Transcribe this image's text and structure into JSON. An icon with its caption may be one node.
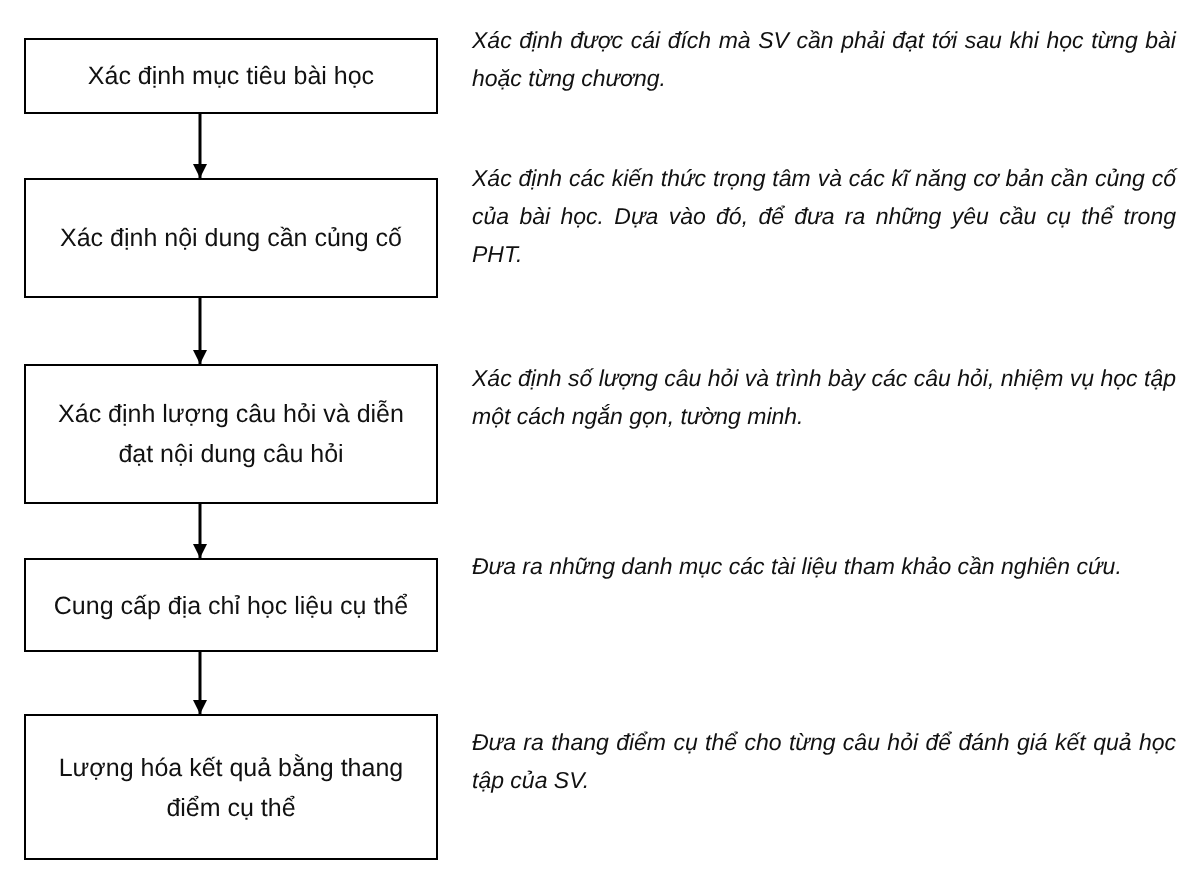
{
  "diagram": {
    "nodes": [
      {
        "text": [
          "Xác định mục tiêu bài học"
        ],
        "beside": [
          "Xác định được cái đích mà SV cần phải đạt tới sau khi học từng bài hoặc từng chương."
        ]
      },
      {
        "text": [
          "Xác định nội dung cần củng cố"
        ],
        "beside": [
          "Xác định các kiến thức trọng tâm và các kĩ năng cơ bản cần củng cố của bài học. Dựa vào đó, để đưa ra những yêu cầu cụ thể trong PHT."
        ]
      },
      {
        "text": [
          "Xác định lượng câu hỏi và diễn đạt nội dung câu hỏi"
        ],
        "beside": [
          "Xác định số lượng câu hỏi và trình bày các câu hỏi, nhiệm vụ học tập một cách ngắn gọn, tường minh."
        ]
      },
      {
        "text": [
          "Cung cấp địa chỉ học liệu cụ thể"
        ],
        "beside": [
          "Đưa ra những danh mục các tài liệu tham khảo cần nghiên cứu."
        ]
      },
      {
        "text": [
          "Lượng hóa kết quả bằng thang điểm cụ thể"
        ],
        "beside": [
          "Đưa ra thang điểm cụ thể cho từng câu hỏi để đánh giá kết quả học tập của SV."
        ]
      }
    ],
    "edges": [
      {
        "from": 0,
        "to": 1,
        "arrow": "to"
      },
      {
        "from": 1,
        "to": 2,
        "arrow": "to"
      },
      {
        "from": 2,
        "to": 3,
        "arrow": "to"
      },
      {
        "from": 3,
        "to": 4,
        "arrow": "to"
      }
    ]
  }
}
